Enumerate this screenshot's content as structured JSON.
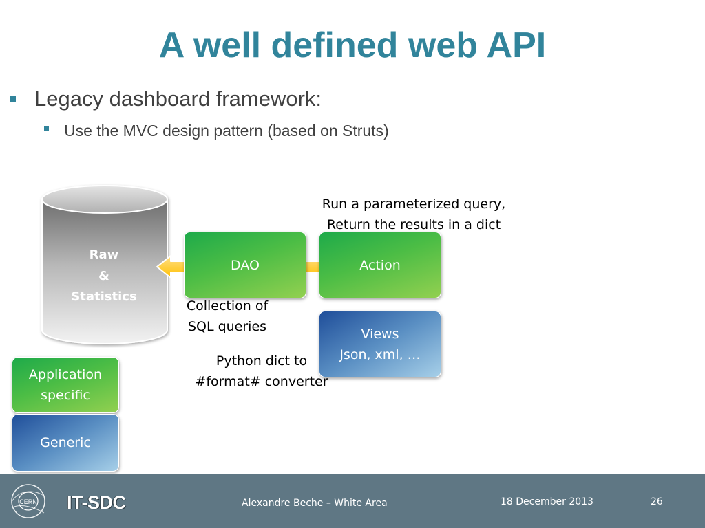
{
  "slide": {
    "title": "A well defined web API",
    "bullets": [
      {
        "level": 1,
        "text": "Legacy dashboard framework:"
      },
      {
        "level": 2,
        "text": "Use the MVC design pattern (based on Struts)"
      }
    ]
  },
  "diagram": {
    "database": {
      "label_lines": [
        "Raw",
        "&",
        "Statistics"
      ]
    },
    "dao": {
      "label": "DAO"
    },
    "action": {
      "label": "Action"
    },
    "views": {
      "label_lines": [
        "Views",
        "Json, xml, …"
      ]
    },
    "annotations": {
      "action_note": [
        "Run a parameterized query,",
        "Return the results in a dict"
      ],
      "dao_note": [
        "Collection of",
        "SQL queries"
      ],
      "views_note": [
        "Python dict to",
        "#format# converter"
      ]
    },
    "legend": {
      "application": [
        "Application",
        "specific"
      ],
      "generic": "Generic"
    },
    "colors": {
      "title": "#31849b",
      "green_box": "#4cbd45",
      "blue_box": "#5a8fc3",
      "arrow": "#ffc000",
      "footer": "#5f7784"
    }
  },
  "footer": {
    "logo_text": "CERN",
    "brand": "IT-SDC",
    "author": "Alexandre Beche – White Area",
    "date": "18 December 2013",
    "page": "26"
  }
}
